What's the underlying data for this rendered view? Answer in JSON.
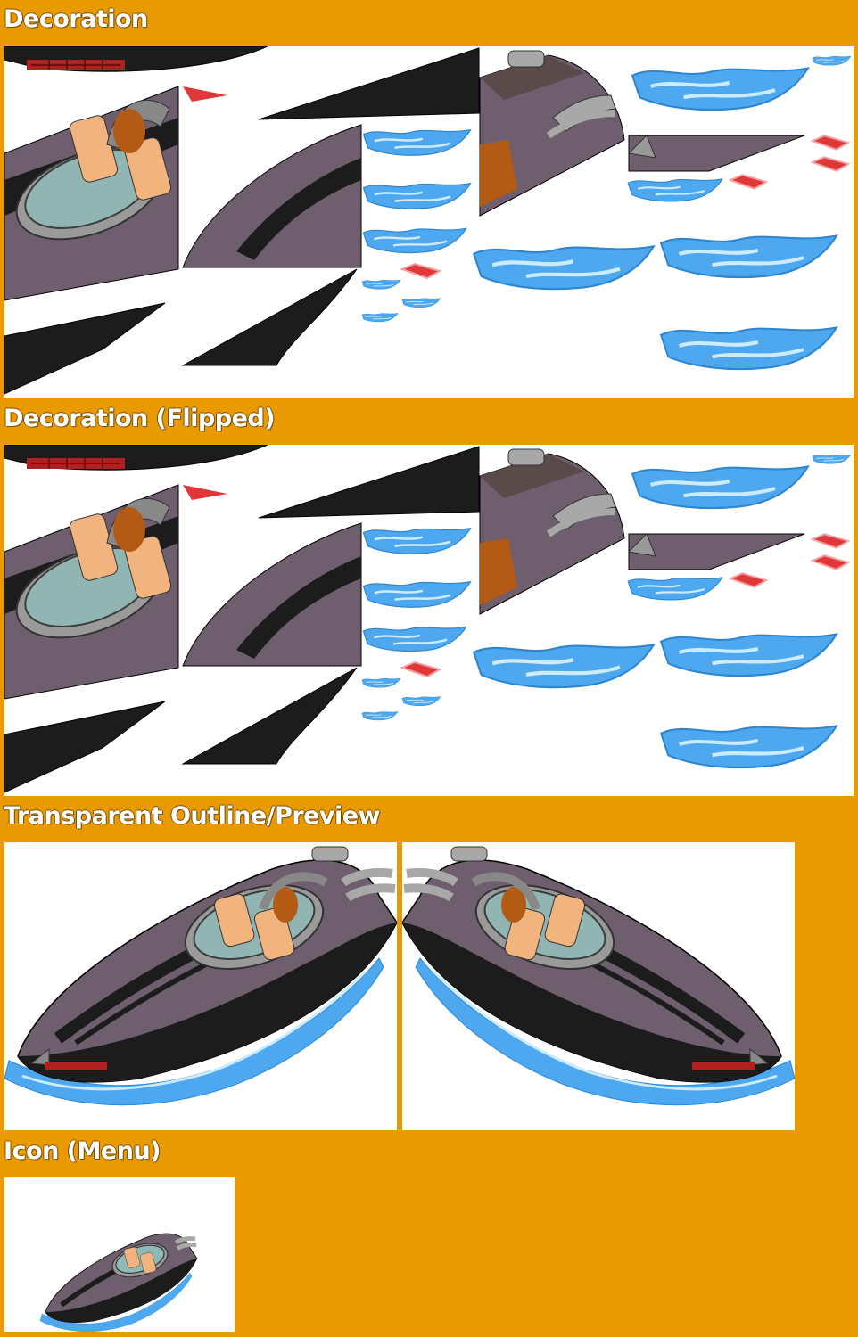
{
  "sections": {
    "decoration": {
      "title": "Decoration"
    },
    "decoration_flipped": {
      "title": "Decoration (Flipped)"
    },
    "preview": {
      "title": "Transparent Outline/Preview"
    },
    "icon": {
      "title": "Icon (Menu)"
    }
  },
  "colors": {
    "background": "#E89A00",
    "hull_purple": "#6E5E6E",
    "hull_dark": "#1C1C1C",
    "water_blue": "#4DA8F0",
    "water_light": "#A9D8FF",
    "seat_tan": "#F2B47E",
    "seat_rust": "#B35A14",
    "canopy_teal": "#8FB9B6",
    "exhaust_gray": "#A8A8A8",
    "light_red": "#E03030"
  },
  "icons": [
    "speedboat-sprite",
    "water-splash-sprite",
    "exhaust-pipe-sprite",
    "tail-light-sprite"
  ]
}
